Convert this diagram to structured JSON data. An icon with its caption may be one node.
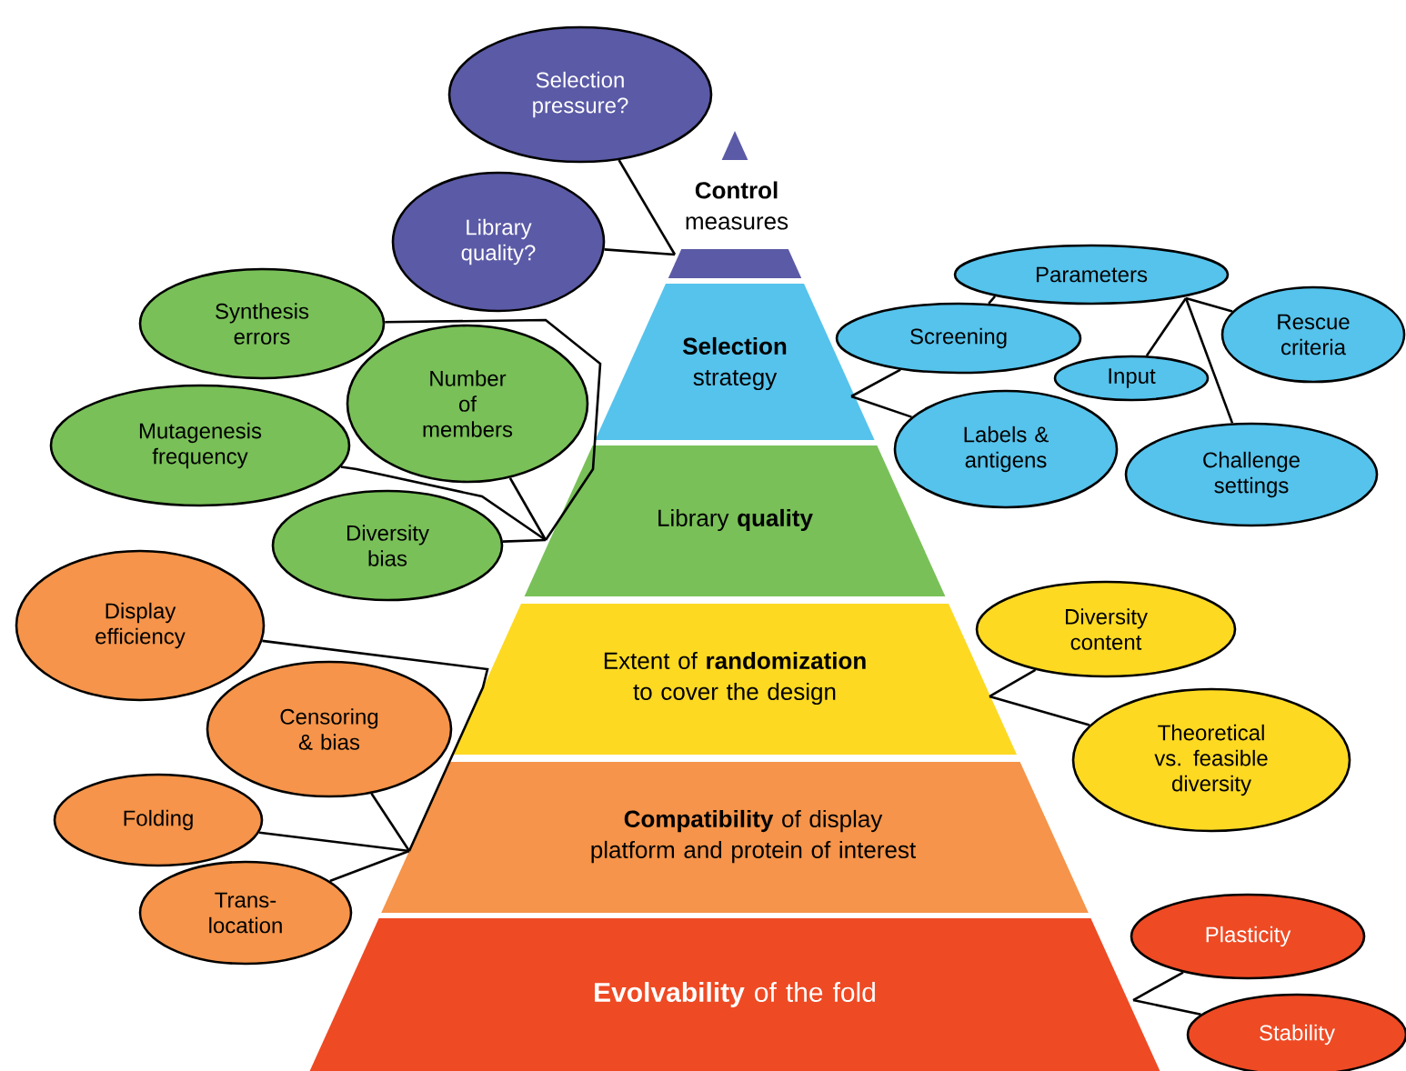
{
  "diagram": {
    "nodes": [
      {
        "text": [
          "**Control** measures"
        ]
      },
      {
        "text": [
          "Selection pressure?"
        ]
      },
      {
        "text": [
          "Library quality?"
        ]
      },
      {
        "text": [
          "**Selection** strategy"
        ]
      },
      {
        "text": [
          "Parameters"
        ]
      },
      {
        "text": [
          "Screening"
        ]
      },
      {
        "text": [
          "Rescue criteria"
        ]
      },
      {
        "text": [
          "Input"
        ]
      },
      {
        "text": [
          "Labels & antigens"
        ]
      },
      {
        "text": [
          "Challenge settings"
        ]
      },
      {
        "text": [
          "Library **quality**"
        ]
      },
      {
        "text": [
          "Synthesis errors"
        ]
      },
      {
        "text": [
          "Number of members"
        ]
      },
      {
        "text": [
          "Mutagenesis frequency"
        ]
      },
      {
        "text": [
          "Diversity bias"
        ]
      },
      {
        "text": [
          "Extent of **randomization** to cover the design"
        ]
      },
      {
        "text": [
          "Diversity content"
        ]
      },
      {
        "text": [
          "Theoretical vs. feasible diversity"
        ]
      },
      {
        "text": [
          "Display efficiency"
        ]
      },
      {
        "text": [
          "Censoring & bias"
        ]
      },
      {
        "text": [
          "Folding"
        ]
      },
      {
        "text": [
          "Trans-location"
        ]
      },
      {
        "text": [
          "**Compatibility** of display platform and protein of interest"
        ]
      },
      {
        "text": [
          "**Evolvability** of the fold"
        ]
      },
      {
        "text": [
          "Plasticity"
        ]
      },
      {
        "text": [
          "Stability"
        ]
      }
    ],
    "edges": [
      {
        "from": 0,
        "to": 1,
        "arrow": "none"
      },
      {
        "from": 0,
        "to": 2,
        "arrow": "none"
      },
      {
        "from": 3,
        "to": 5,
        "arrow": "none"
      },
      {
        "from": 3,
        "to": 8,
        "arrow": "none"
      },
      {
        "from": 4,
        "to": 5,
        "arrow": "none"
      },
      {
        "from": 4,
        "to": 7,
        "arrow": "none"
      },
      {
        "from": 4,
        "to": 6,
        "arrow": "none"
      },
      {
        "from": 4,
        "to": 9,
        "arrow": "none"
      },
      {
        "from": 10,
        "to": 11,
        "arrow": "none"
      },
      {
        "from": 10,
        "to": 12,
        "arrow": "none"
      },
      {
        "from": 10,
        "to": 13,
        "arrow": "none"
      },
      {
        "from": 10,
        "to": 14,
        "arrow": "none"
      },
      {
        "from": 15,
        "to": 16,
        "arrow": "none"
      },
      {
        "from": 15,
        "to": 17,
        "arrow": "none"
      },
      {
        "from": 22,
        "to": 18,
        "arrow": "none"
      },
      {
        "from": 22,
        "to": 19,
        "arrow": "none"
      },
      {
        "from": 22,
        "to": 20,
        "arrow": "none"
      },
      {
        "from": 22,
        "to": 21,
        "arrow": "none"
      },
      {
        "from": 23,
        "to": 24,
        "arrow": "none"
      },
      {
        "from": 23,
        "to": 25,
        "arrow": "none"
      }
    ]
  }
}
